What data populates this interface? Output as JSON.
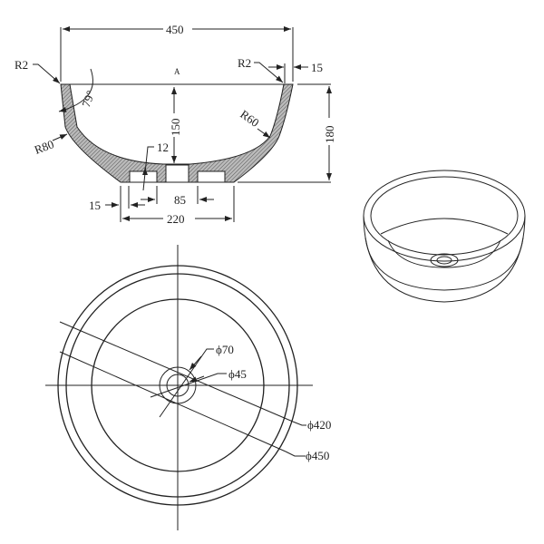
{
  "section_view": {
    "width_total": "450",
    "rim_radius_left": "R2",
    "rim_radius_right": "R2",
    "rim_thickness": "15",
    "angle": "79°",
    "center_mark": "A",
    "depth": "150",
    "height_total": "180",
    "outer_radius": "R80",
    "inner_radius": "R60",
    "bottom_thickness": "12",
    "foot_thickness": "15",
    "drain_spacing": "85",
    "base_width": "220"
  },
  "plan_view": {
    "drain_outer": "ϕ70",
    "drain_inner": "ϕ45",
    "inner_diameter": "ϕ420",
    "outer_diameter": "ϕ450"
  }
}
